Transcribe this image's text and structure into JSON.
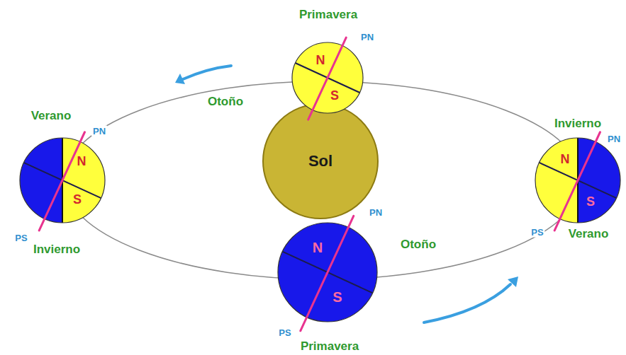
{
  "diagram": {
    "nodes": [
      {
        "text": [
          "N",
          "S"
        ]
      },
      {
        "text": [
          "N",
          "S"
        ]
      },
      {
        "text": [
          "Sol"
        ]
      },
      {
        "text": [
          "N",
          "S"
        ]
      },
      {
        "text": [
          "N",
          "S"
        ]
      }
    ],
    "labels": [
      "Primavera",
      "PN",
      "Otoño",
      "Verano",
      "PN",
      "Invierno",
      "PS",
      "Invierno",
      "PN",
      "PS",
      "Verano",
      "PN",
      "Otoño",
      "PS",
      "Primavera"
    ]
  }
}
